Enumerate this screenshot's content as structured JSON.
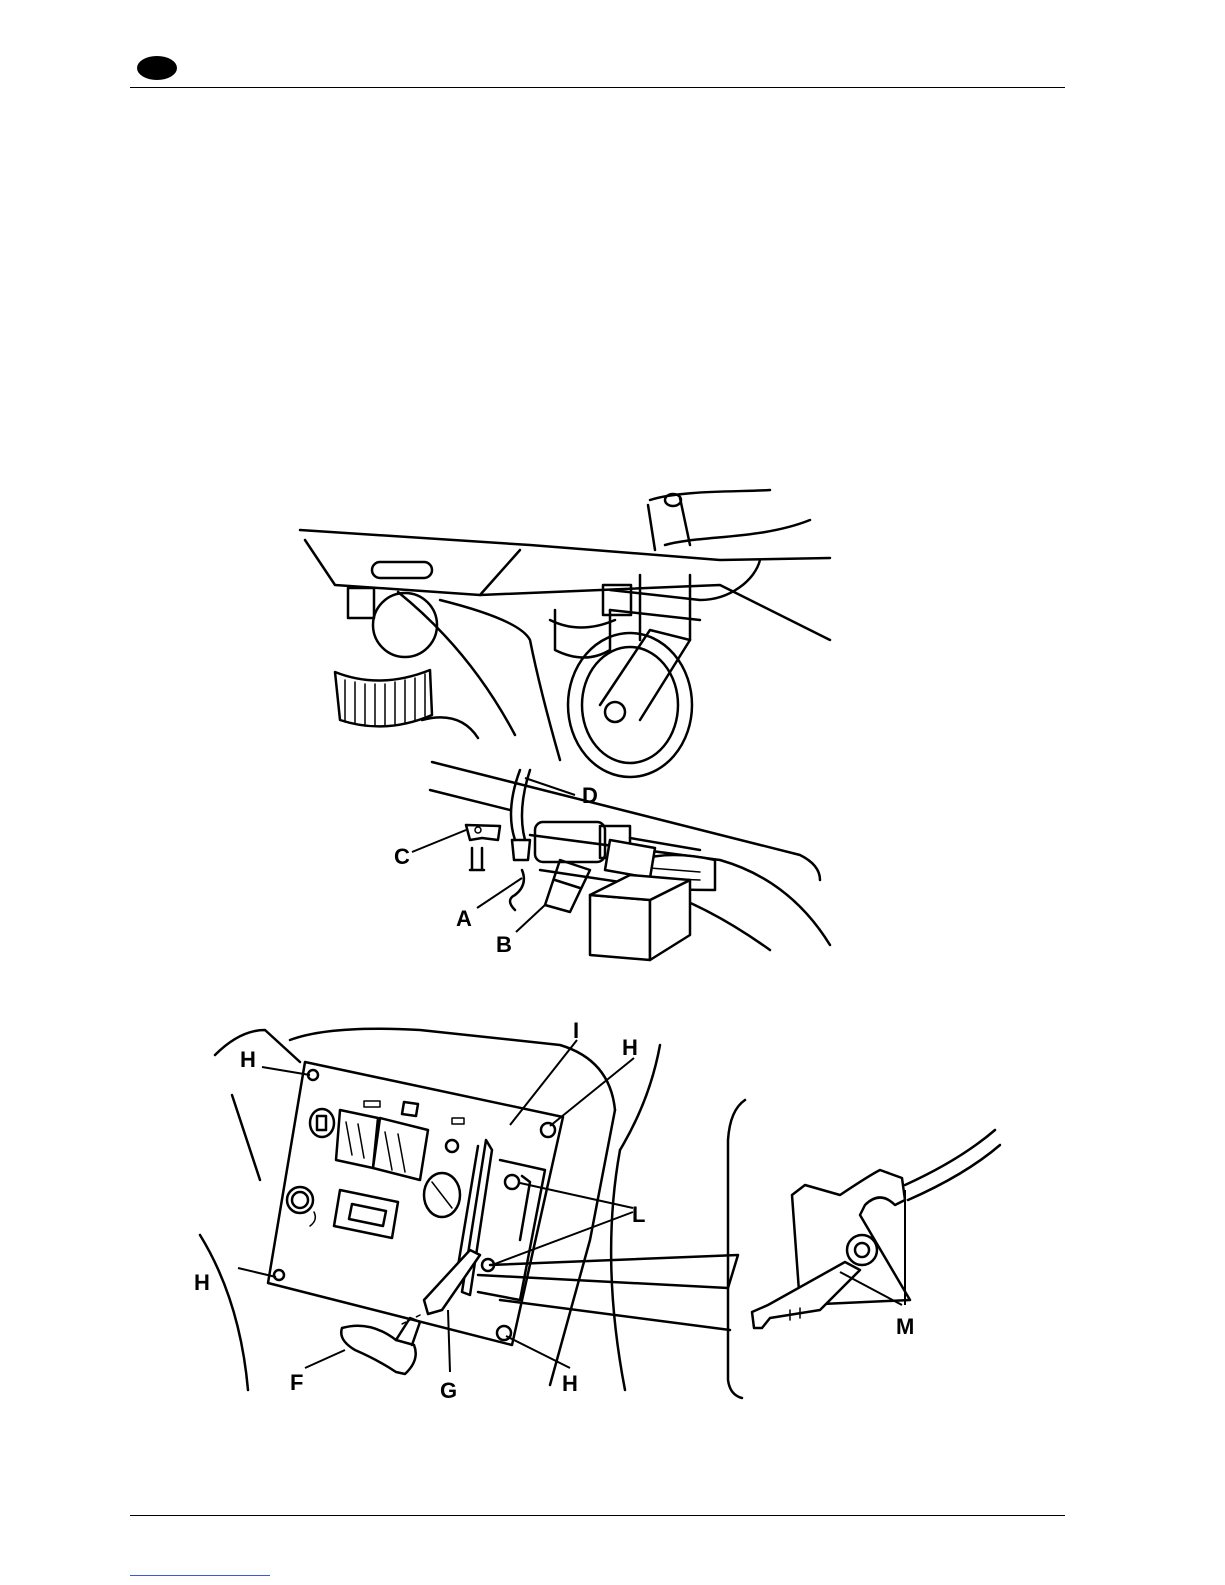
{
  "figure_top": {
    "callouts": {
      "a": "A",
      "b": "B",
      "c": "C",
      "d": "D"
    }
  },
  "figure_bottom": {
    "callouts": {
      "h1": "H",
      "h2": "H",
      "h3": "H",
      "h4": "H",
      "i": "I",
      "l": "L",
      "f": "F",
      "g": "G",
      "m": "M"
    }
  }
}
